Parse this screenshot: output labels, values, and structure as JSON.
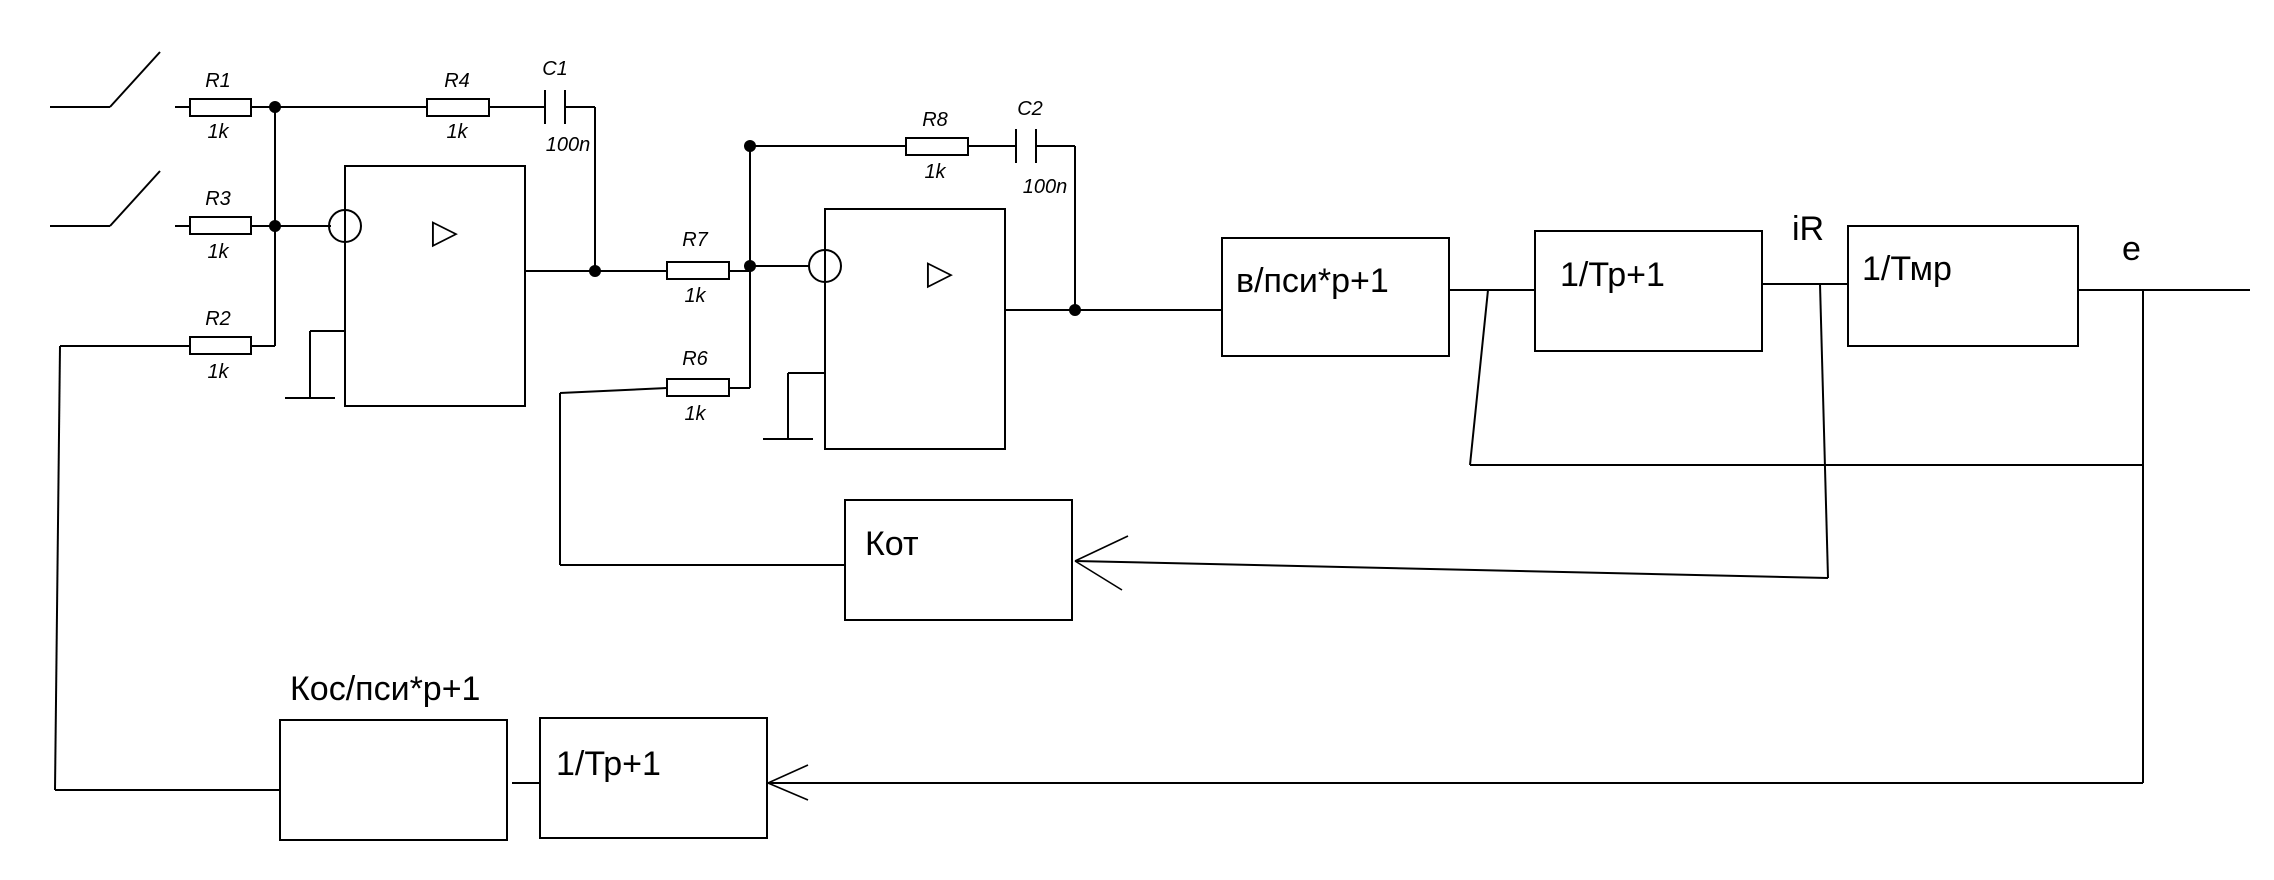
{
  "components": {
    "R1": {
      "ref": "R1",
      "value": "1k"
    },
    "R3": {
      "ref": "R3",
      "value": "1k"
    },
    "R2": {
      "ref": "R2",
      "value": "1k"
    },
    "R4": {
      "ref": "R4",
      "value": "1k"
    },
    "C1": {
      "ref": "C1",
      "value": "100n"
    },
    "R7": {
      "ref": "R7",
      "value": "1k"
    },
    "R6": {
      "ref": "R6",
      "value": "1k"
    },
    "R8": {
      "ref": "R8",
      "value": "1k"
    },
    "C2": {
      "ref": "C2",
      "value": "100n"
    }
  },
  "opamps": [
    {
      "symbol": "▷"
    },
    {
      "symbol": "▷"
    }
  ],
  "blocks": {
    "converter": "в/пси*р+1",
    "current_loop": "1/Тр+1",
    "mechanical": "1/Тмр",
    "current_feedback": "Кот",
    "speed_feedback": "1/Тр+1",
    "speed_feedback_gain": "Кос/пси*р+1"
  },
  "signals": {
    "current": "iR",
    "emf": "e"
  }
}
